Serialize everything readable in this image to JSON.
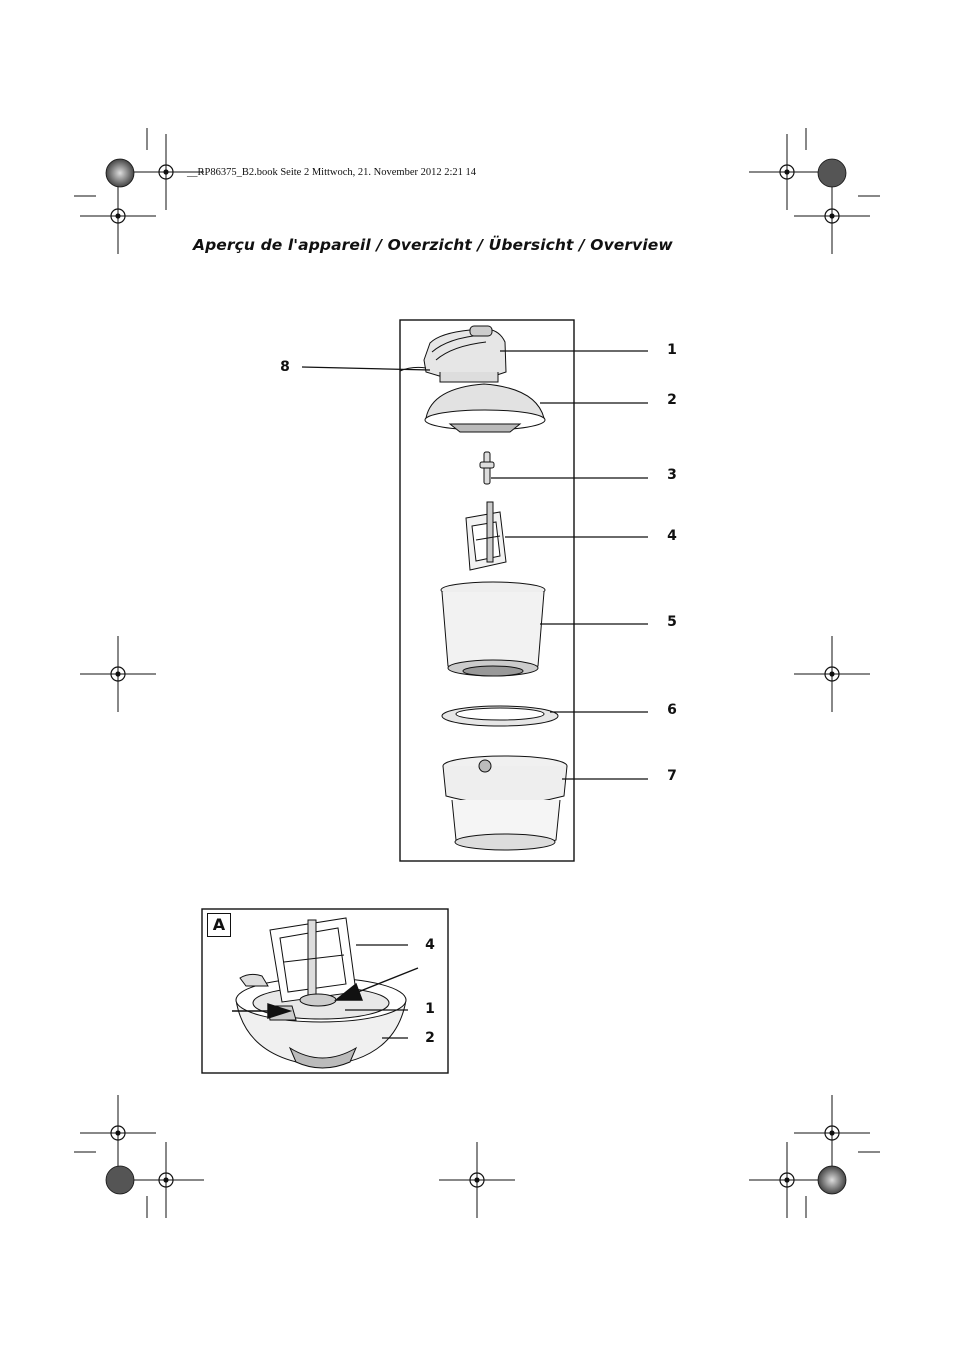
{
  "header": {
    "print_slug": "__RP86375_B2.book  Seite 2  Mittwoch, 21. November 2012  2:21 14"
  },
  "page": {
    "title": "Aperçu de l'appareil / Overzicht / Übersicht / Overview"
  },
  "overview_figure": {
    "callouts": [
      "1",
      "2",
      "3",
      "4",
      "5",
      "6",
      "7",
      "8"
    ]
  },
  "detail_figure": {
    "label": "A",
    "callouts": [
      "4",
      "1",
      "2"
    ]
  }
}
